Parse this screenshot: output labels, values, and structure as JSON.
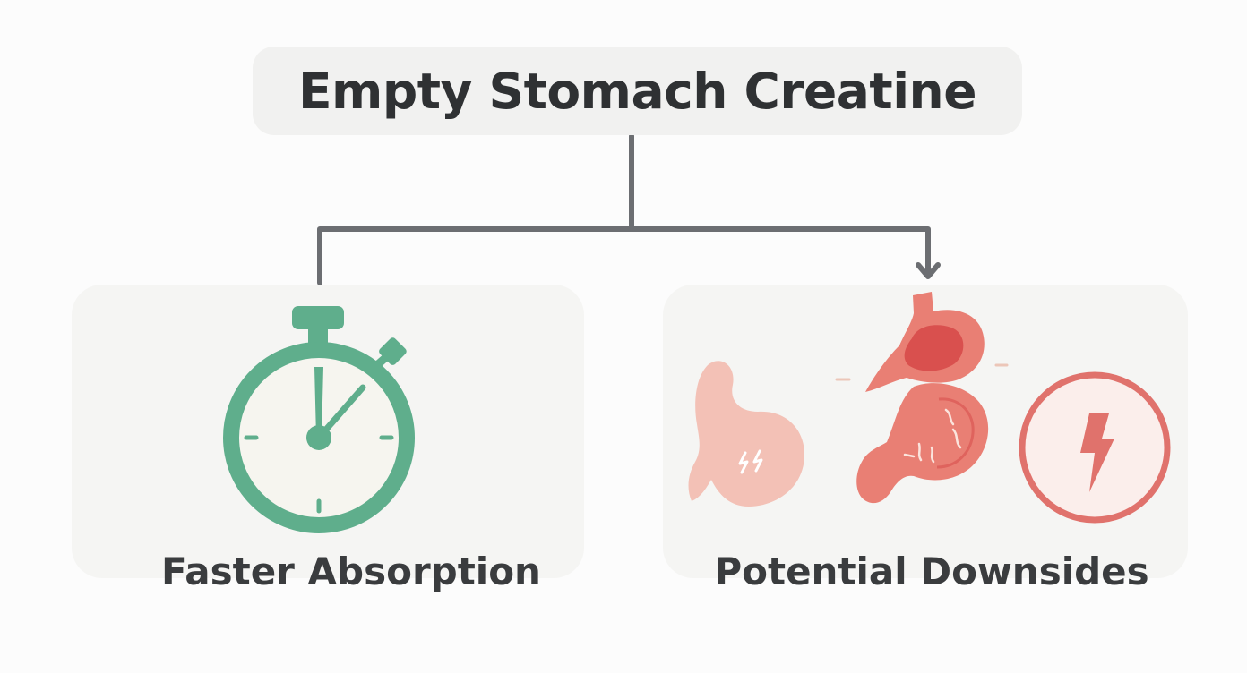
{
  "diagram": {
    "title": "Empty Stomach Creatine",
    "branches": [
      {
        "label": "Faster Absorption",
        "icon": "stopwatch-icon",
        "color": "#5fae8c"
      },
      {
        "label": "Potential Downsides",
        "icon": "stomach-icon",
        "color": "#e0726c"
      }
    ],
    "colors": {
      "connector": "#6c6e72",
      "stopwatch": "#5fae8c",
      "stomach_light": "#f3c1b6",
      "stomach": "#e97f74",
      "stomach_dark": "#d9504e",
      "warning": "#e0726c"
    }
  }
}
